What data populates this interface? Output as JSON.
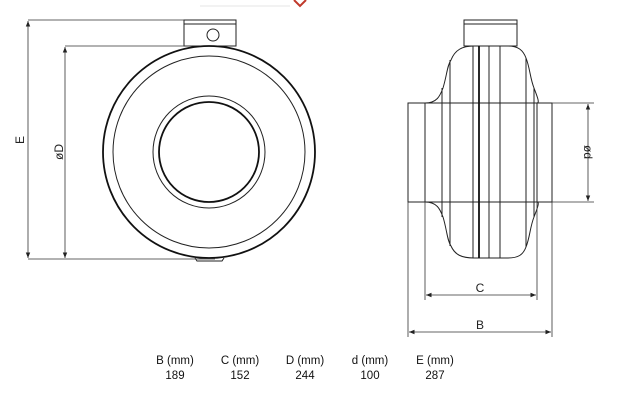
{
  "diagram": {
    "labels": {
      "E": "E",
      "D": "øD",
      "d": "ød",
      "C": "C",
      "B": "B"
    }
  },
  "table": {
    "columns": [
      {
        "header": "B (mm)",
        "value": "189"
      },
      {
        "header": "C (mm)",
        "value": "152"
      },
      {
        "header": "D (mm)",
        "value": "244"
      },
      {
        "header": "d (mm)",
        "value": "100"
      },
      {
        "header": "E (mm)",
        "value": "287"
      }
    ]
  },
  "colors": {
    "accent": "#c0392b",
    "line": "#222222"
  }
}
